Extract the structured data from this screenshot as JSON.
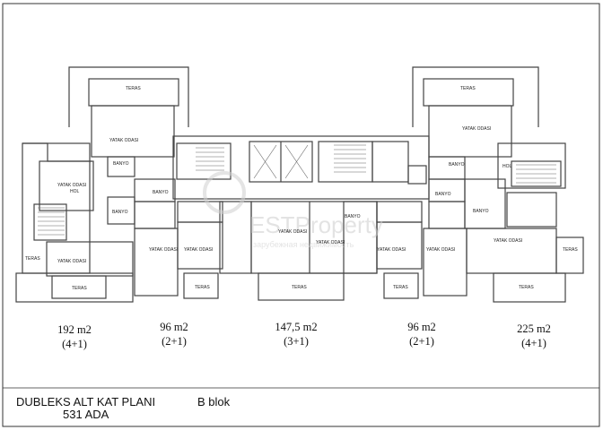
{
  "units": [
    {
      "area": "192 m2",
      "type": "(4+1)"
    },
    {
      "area": "96 m2",
      "type": "(2+1)"
    },
    {
      "area": "147,5 m2",
      "type": "(3+1)"
    },
    {
      "area": "96 m2",
      "type": "(2+1)"
    },
    {
      "area": "225 m2",
      "type": "(4+1)"
    }
  ],
  "title": {
    "line1": "DUBLEKS ALT KAT PLANI",
    "line2": "531 ADA",
    "block": "B  blok"
  },
  "rooms": {
    "teras": "TERAS",
    "yatak": "YATAK ODASI",
    "banyo": "BANYO",
    "hol": "HOL"
  },
  "watermark": {
    "brand": "ESTProperty",
    "sub": "зарубежная недвижимость"
  },
  "colors": {
    "line": "#333333",
    "wall": "#555555",
    "watermark": "#c9c9c9"
  }
}
